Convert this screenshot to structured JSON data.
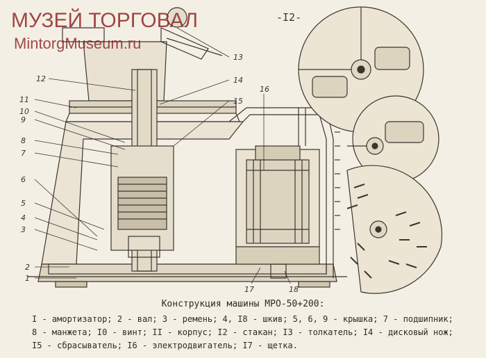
{
  "watermark": {
    "title": "МУЗЕЙ ТОРГОВАЛ",
    "url": "MintorgMuseum.ru"
  },
  "page_number": "-I2-",
  "callouts": {
    "n1": "1",
    "n2": "2",
    "n3": "3",
    "n4": "4",
    "n5": "5",
    "n6": "6",
    "n7": "7",
    "n8": "8",
    "n9": "9",
    "n10": "10",
    "n11": "11",
    "n12": "12",
    "n13": "13",
    "n14": "14",
    "n15": "15",
    "n16": "16",
    "n17": "17",
    "n18": "18"
  },
  "caption": "Конструкция машины МРО-50+200:",
  "legend": [
    "I - амортизатор; 2 - вал; 3 - ремень; 4, I8 - шкив; 5, 6, 9 - крышка; 7 - подшипник;",
    "8 - манжета; I0 - винт; II - корпус; I2 - стакан; I3 - толкатель; I4 - дисковый нож;",
    "I5 - сбрасыватель; I6 - электродвигатель; I7 - щетка."
  ],
  "colors": {
    "ink": "#3a3530",
    "paper": "#f4efe4",
    "watermark": "#8e2a2a"
  }
}
